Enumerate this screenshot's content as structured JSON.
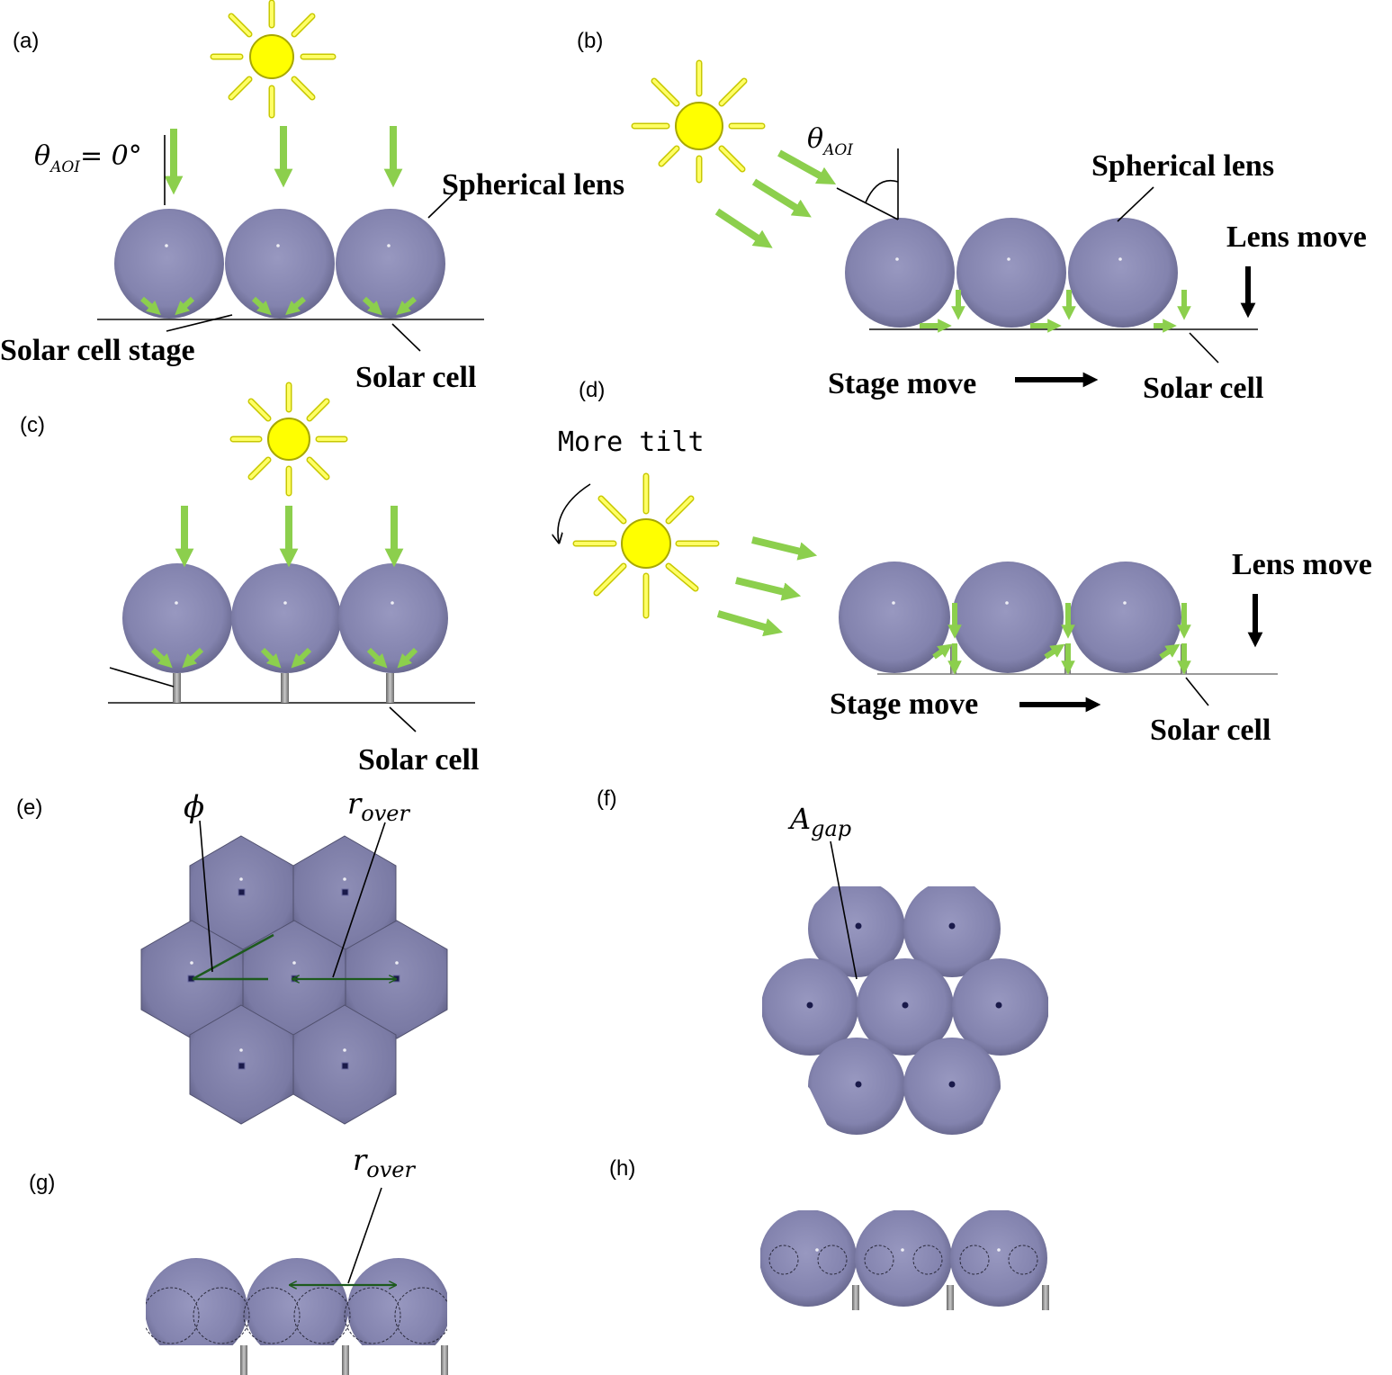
{
  "panels": {
    "a": {
      "letter": "(a)",
      "aoi_symbol": "θ",
      "aoi_sub": "AOI",
      "aoi_value": "= 0°",
      "lens_label": "Spherical lens",
      "stage_label": "Solar cell stage",
      "cell_label": "Solar cell"
    },
    "b": {
      "letter": "(b)",
      "aoi_symbol": "θ",
      "aoi_sub": "AOI",
      "lens_label": "Spherical lens",
      "lens_move": "Lens move",
      "stage_move": "Stage move",
      "cell_label": "Solar cell"
    },
    "c": {
      "letter": "(c)",
      "cell_label": "Solar cell"
    },
    "d": {
      "letter": "(d)",
      "tilt_label": "More tilt",
      "lens_move": "Lens move",
      "stage_move": "Stage move",
      "cell_label": "Solar cell"
    },
    "e": {
      "letter": "(e)",
      "phi_symbol": "ϕ",
      "r_symbol": "r",
      "r_sub": "over"
    },
    "f": {
      "letter": "(f)",
      "a_symbol": "A",
      "a_sub": "gap"
    },
    "g": {
      "letter": "(g)",
      "r_symbol": "r",
      "r_sub": "over"
    },
    "h": {
      "letter": "(h)"
    }
  },
  "colors": {
    "lens": "#8686b0",
    "lens_dark": "#5b5b80",
    "light_arrow": "#8ccf4d",
    "sun_fill": "#ffff00",
    "sun_stroke": "#c8c800",
    "ray": "#ffff4d",
    "dim_line": "#1d5a1d"
  }
}
